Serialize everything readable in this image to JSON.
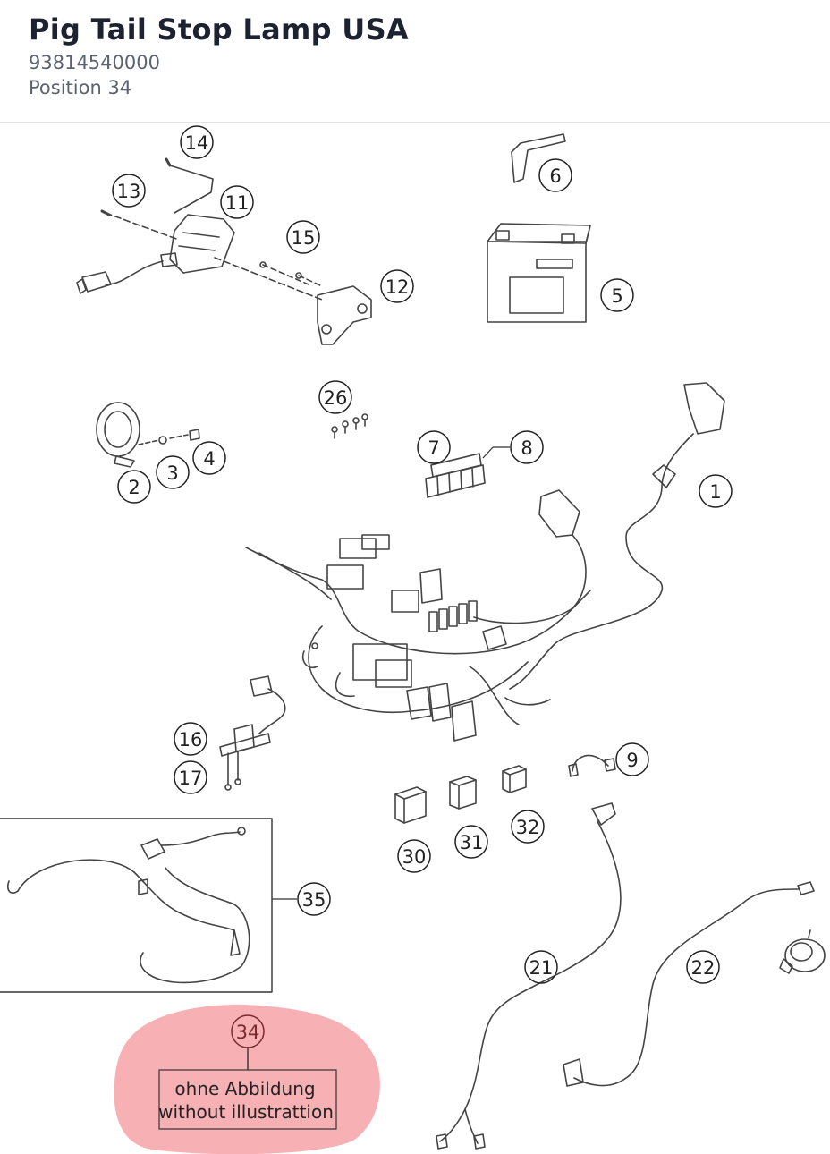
{
  "header": {
    "title": "Pig Tail Stop Lamp USA",
    "part_number": "93814540000",
    "position": "Position 34"
  },
  "diagram": {
    "callouts": [
      "1",
      "2",
      "3",
      "4",
      "5",
      "6",
      "7",
      "8",
      "9",
      "11",
      "12",
      "13",
      "14",
      "15",
      "16",
      "17",
      "21",
      "22",
      "26",
      "30",
      "31",
      "32",
      "34",
      "35"
    ],
    "note_de": "ohne Abbildung",
    "note_en": "without illustrattion",
    "highlight_color": "#f6a3a7",
    "line_color": "#333333"
  }
}
